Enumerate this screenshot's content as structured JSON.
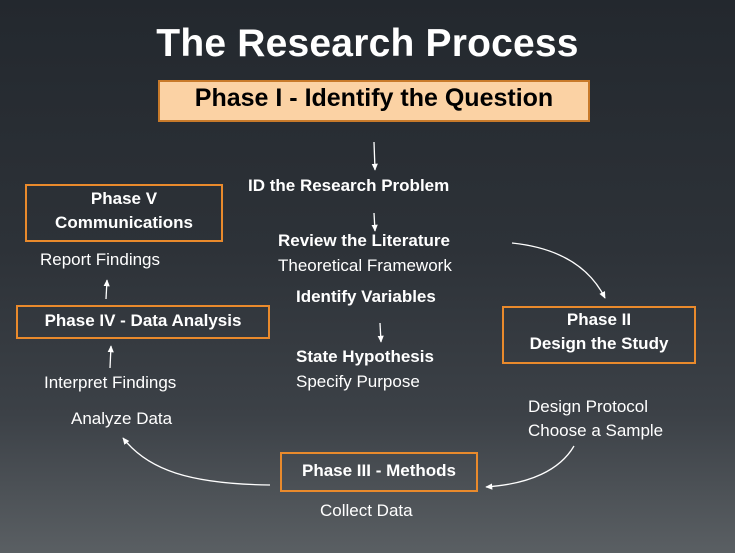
{
  "title": "The Research Process",
  "phase1": {
    "label": "Phase I - Identify the Question"
  },
  "center_steps": {
    "problem": "ID the Research Problem",
    "literature": "Review the Literature",
    "framework": "Theoretical Framework",
    "variables": "Identify Variables",
    "hypothesis": "State Hypothesis",
    "purpose": "Specify Purpose"
  },
  "phase2": {
    "line1": "Phase II",
    "line2": "Design the Study"
  },
  "phase2_steps": {
    "protocol": "Design Protocol",
    "sample": "Choose a Sample"
  },
  "phase3": {
    "label": "Phase III - Methods"
  },
  "phase3_steps": {
    "collect": "Collect Data"
  },
  "phase4": {
    "label": "Phase IV - Data Analysis"
  },
  "phase4_steps": {
    "analyze": "Analyze Data",
    "interpret": "Interpret Findings"
  },
  "phase5": {
    "line1": "Phase V",
    "line2": "Communications"
  },
  "phase5_steps": {
    "report": "Report Findings"
  },
  "colors": {
    "box_border": "#e98a2c",
    "phase1_fill": "#fbd2a4",
    "text": "#ffffff"
  }
}
